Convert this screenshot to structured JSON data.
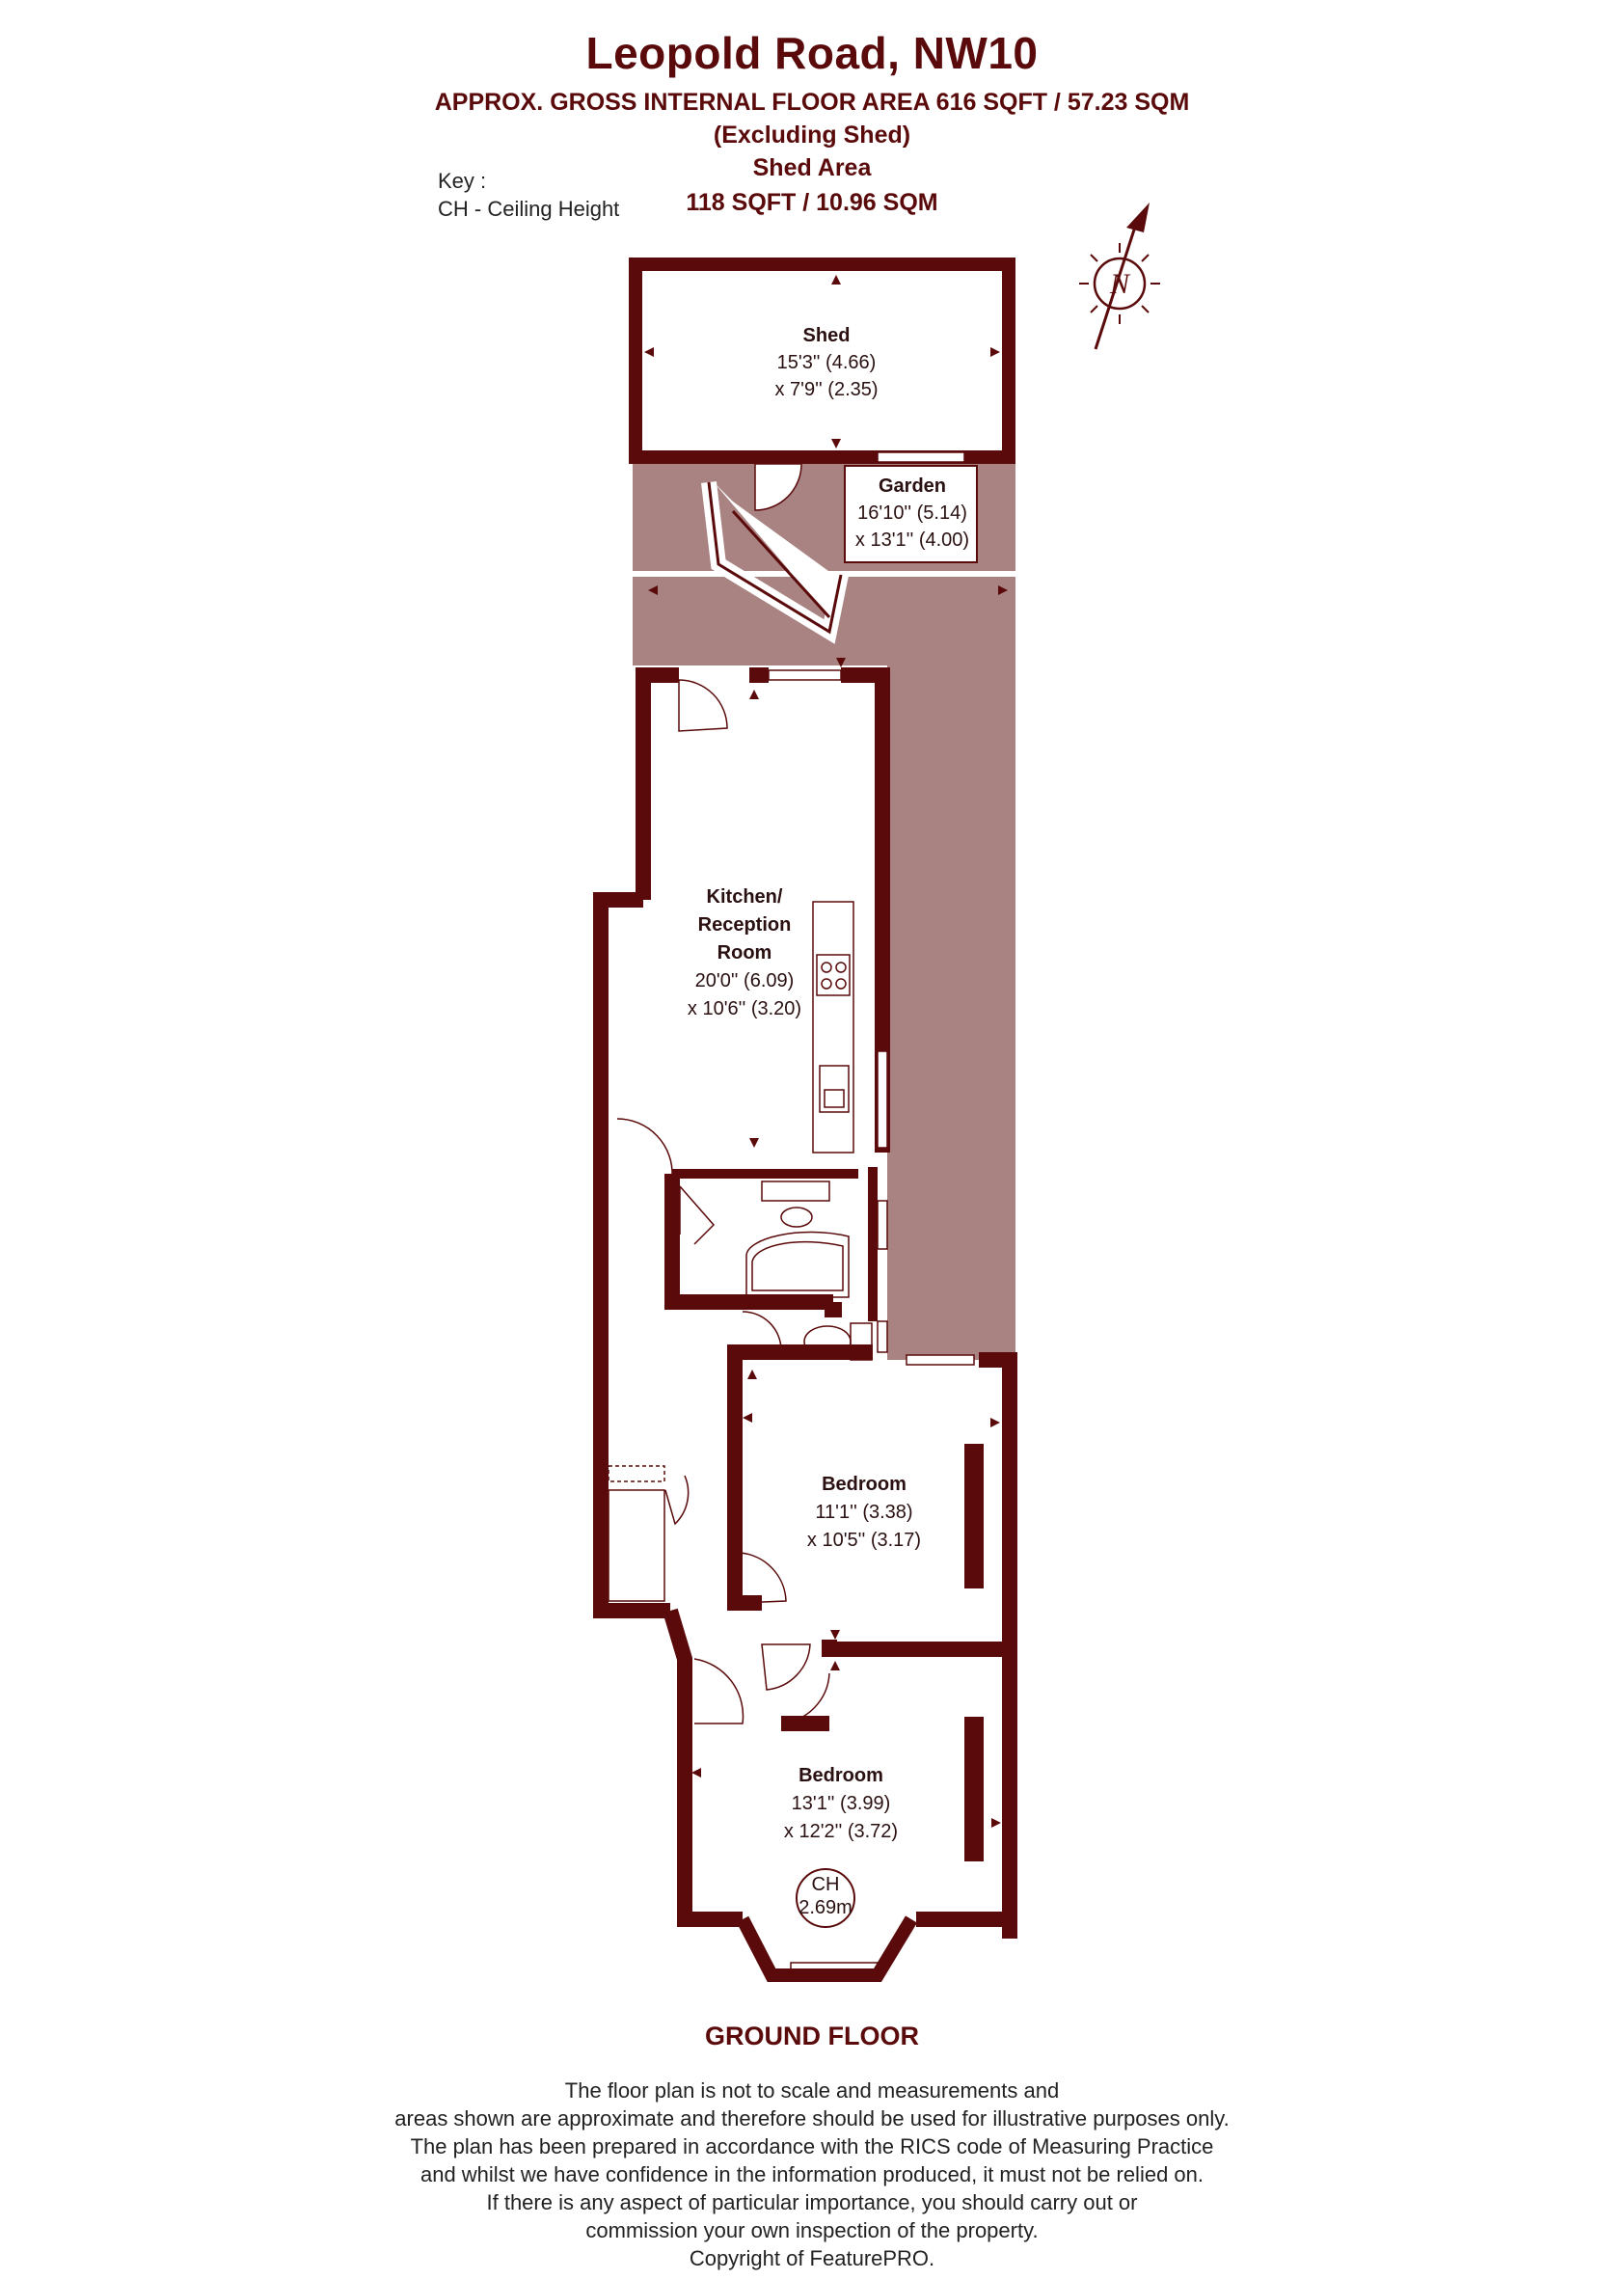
{
  "header": {
    "title": "Leopold Road, NW10",
    "area_line1": "APPROX. GROSS INTERNAL FLOOR AREA 616  SQFT / 57.23 SQM",
    "area_line2": "(Excluding Shed)",
    "shed_heading": "Shed Area",
    "shed_value": "118 SQFT / 10.96 SQM"
  },
  "key": {
    "line1": "Key :",
    "line2": "CH - Ceiling Height"
  },
  "compass": {
    "letter": "N"
  },
  "rooms": {
    "shed": {
      "name": "Shed",
      "dim1": "15'3'' (4.66)",
      "dim2": "x 7'9'' (2.35)"
    },
    "garden": {
      "name": "Garden",
      "dim1": "16'10'' (5.14)",
      "dim2": "x 13'1'' (4.00)"
    },
    "kitchen": {
      "name1": "Kitchen/",
      "name2": "Reception",
      "name3": "Room",
      "dim1": "20'0'' (6.09)",
      "dim2": "x 10'6'' (3.20)"
    },
    "bedroom1": {
      "name": "Bedroom",
      "dim1": "11'1'' (3.38)",
      "dim2": "x 10'5'' (3.17)"
    },
    "bedroom2": {
      "name": "Bedroom",
      "dim1": "13'1'' (3.99)",
      "dim2": "x 12'2'' (3.72)"
    }
  },
  "ceiling": {
    "label": "CH",
    "value": "2.69m"
  },
  "floor_name": "GROUND FLOOR",
  "disclaimer": [
    "The floor plan is not to scale and measurements and",
    "areas shown are approximate and therefore should be used for illustrative purposes only.",
    "The plan has been prepared in accordance with the RICS code of Measuring Practice",
    "and whilst we have confidence in the information produced, it must not be relied on.",
    "If there is any aspect of particular importance, you should carry out or",
    "commission your own inspection of the property.",
    "Copyright of FeaturePRO."
  ],
  "colors": {
    "wall": "#5a0a0a",
    "garden": "#a98282",
    "text": "#222222"
  }
}
